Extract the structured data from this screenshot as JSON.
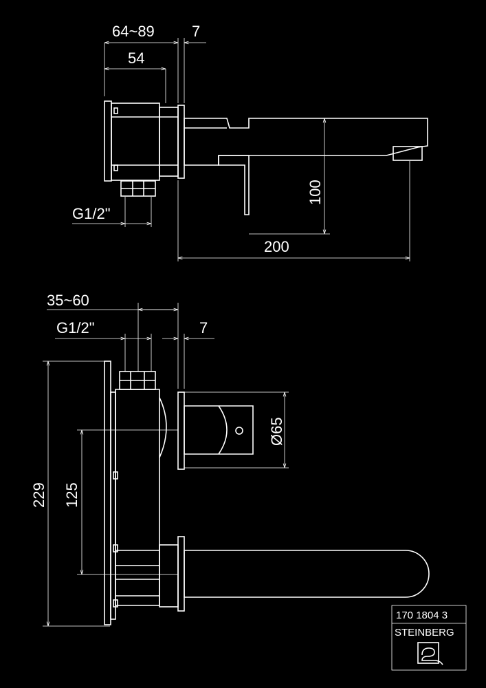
{
  "top_view": {
    "dim_depth_range": "64~89",
    "dim_plate": "7",
    "dim_body": "54",
    "dim_height": "100",
    "dim_length": "200",
    "dim_thread": "G1/2\""
  },
  "front_view": {
    "dim_depth_range": "35~60",
    "dim_thread": "G1/2\"",
    "dim_plate": "7",
    "dim_diameter": "Ø65",
    "dim_total_height": "229",
    "dim_spacing": "125"
  },
  "title_block": {
    "part_number": "170 1804 3",
    "brand": "STEINBERG"
  }
}
